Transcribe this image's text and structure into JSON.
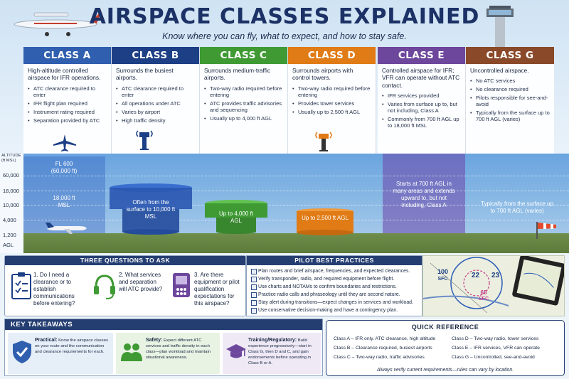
{
  "header": {
    "title": "AIRSPACE CLASSES EXPLAINED",
    "subtitle": "Know where you can fly, what to expect, and how to stay safe."
  },
  "colors": {
    "classA": "#2f5fae",
    "classB": "#1c3f86",
    "classC": "#3f9a34",
    "classD": "#e07b16",
    "classE": "#6d479c",
    "classG": "#8a4a2a",
    "navy": "#243e72"
  },
  "columns": [
    {
      "key": "A",
      "label": "CLASS A",
      "desc": "High-altitude controlled airspace for IFR operations.",
      "items": [
        "ATC clearance required to enter",
        "IFR flight plan required",
        "Instrument rating required",
        "Separation provided by ATC"
      ]
    },
    {
      "key": "B",
      "label": "CLASS B",
      "desc": "Surrounds the busiest airports.",
      "items": [
        "ATC clearance required to enter",
        "All operations under ATC",
        "Varies by airport",
        "High traffic density"
      ]
    },
    {
      "key": "C",
      "label": "CLASS C",
      "desc": "Surrounds medium-traffic airports.",
      "items": [
        "Two-way radio required before entering",
        "ATC provides traffic advisories and sequencing",
        "Usually up to 4,000 ft AGL"
      ]
    },
    {
      "key": "D",
      "label": "CLASS D",
      "desc": "Surrounds airports with control towers.",
      "items": [
        "Two-way radio required before entering",
        "Provides tower services",
        "Usually up to 2,500 ft AGL"
      ]
    },
    {
      "key": "E",
      "label": "CLASS E",
      "desc": "Controlled airspace for IFR; VFR can operate without ATC contact.",
      "items": [
        "IFR services provided",
        "Varies from surface up to, but not including, Class A",
        "Commonly from 700 ft AGL up to 18,000 ft MSL"
      ]
    },
    {
      "key": "G",
      "label": "CLASS G",
      "desc": "Uncontrolled airspace.",
      "items": [
        "No ATC services",
        "No clearance required",
        "Pilots responsible for see-and-avoid",
        "Typically from the surface up to 700 ft AGL (varies)"
      ]
    }
  ],
  "altitude": {
    "title_line1": "ALTITUDE",
    "title_line2": "(ft MSL)",
    "ticks": [
      "60,000",
      "18,000",
      "10,000",
      "4,000",
      "1,200",
      "AGL"
    ]
  },
  "zones": {
    "classA_top": "FL 600",
    "classA_top_sub": "(60,000 ft)",
    "classA_bottom": "18,000 ft",
    "classA_bottom_sub": "MSL",
    "classB": "Often from the surface to 10,000 ft MSL",
    "classC": "Up to 4,000 ft AGL",
    "classD": "Up to 2,500 ft AGL",
    "classE": "Starts at 700 ft AGL in many areas and extends upward to, but not including, Class A",
    "classG": "Typically from the surface up to 700 ft AGL (varies)"
  },
  "questions": {
    "title": "THREE QUESTIONS TO ASK",
    "items": [
      {
        "text": "1. Do I need a clearance or to establish communications before entering?",
        "icon": "clipboard-icon"
      },
      {
        "text": "2. What services and separation will ATC provide?",
        "icon": "headset-icon"
      },
      {
        "text": "3. Are there equipment or pilot qualification expectations for this airspace?",
        "icon": "radio-device-icon"
      }
    ]
  },
  "practices": {
    "title": "PILOT BEST PRACTICES",
    "items": [
      "Plan routes and brief airspace, frequencies, and expected clearances.",
      "Verify transponder, radio, and required equipment before flight.",
      "Use charts and NOTAMs to confirm boundaries and restrictions.",
      "Practice radio calls and phraseology until they are second nature.",
      "Stay alert during transitions—expect changes in services and workload.",
      "Use conservative decision-making and have a contingency plan."
    ]
  },
  "chart_labels": {
    "a": "100",
    "a_sub": "SFC",
    "b": "22",
    "c": "23",
    "d": "65",
    "d_sub": "SFC"
  },
  "takeaways": {
    "title": "KEY TAKEAWAYS",
    "items": [
      {
        "head": "Practical:",
        "text": "Know the airspace classes on your route and the communication and clearance requirements for each.",
        "icon": "shield-check-icon"
      },
      {
        "head": "Safety:",
        "text": "Expect different ATC services and traffic density in each class—plan workload and maintain situational awareness.",
        "icon": "people-icon"
      },
      {
        "head": "Training/Regulatory:",
        "text": "Build experience progressively—start in Class G, then D and C, and gain endorsements before operating in Class B or A.",
        "icon": "graduation-cap-icon"
      }
    ]
  },
  "quickref": {
    "title": "QUICK REFERENCE",
    "left": [
      "Class A – IFR only, ATC clearance, high altitude",
      "Class B – Clearance required, busiest airports",
      "Class C – Two-way radio, traffic advisories"
    ],
    "right": [
      "Class D – Two-way radio, tower services",
      "Class E – IFR services, VFR can operate",
      "Class G – Uncontrolled, see-and-avoid"
    ],
    "footer": "Always verify current requirements—rules can vary by location."
  }
}
